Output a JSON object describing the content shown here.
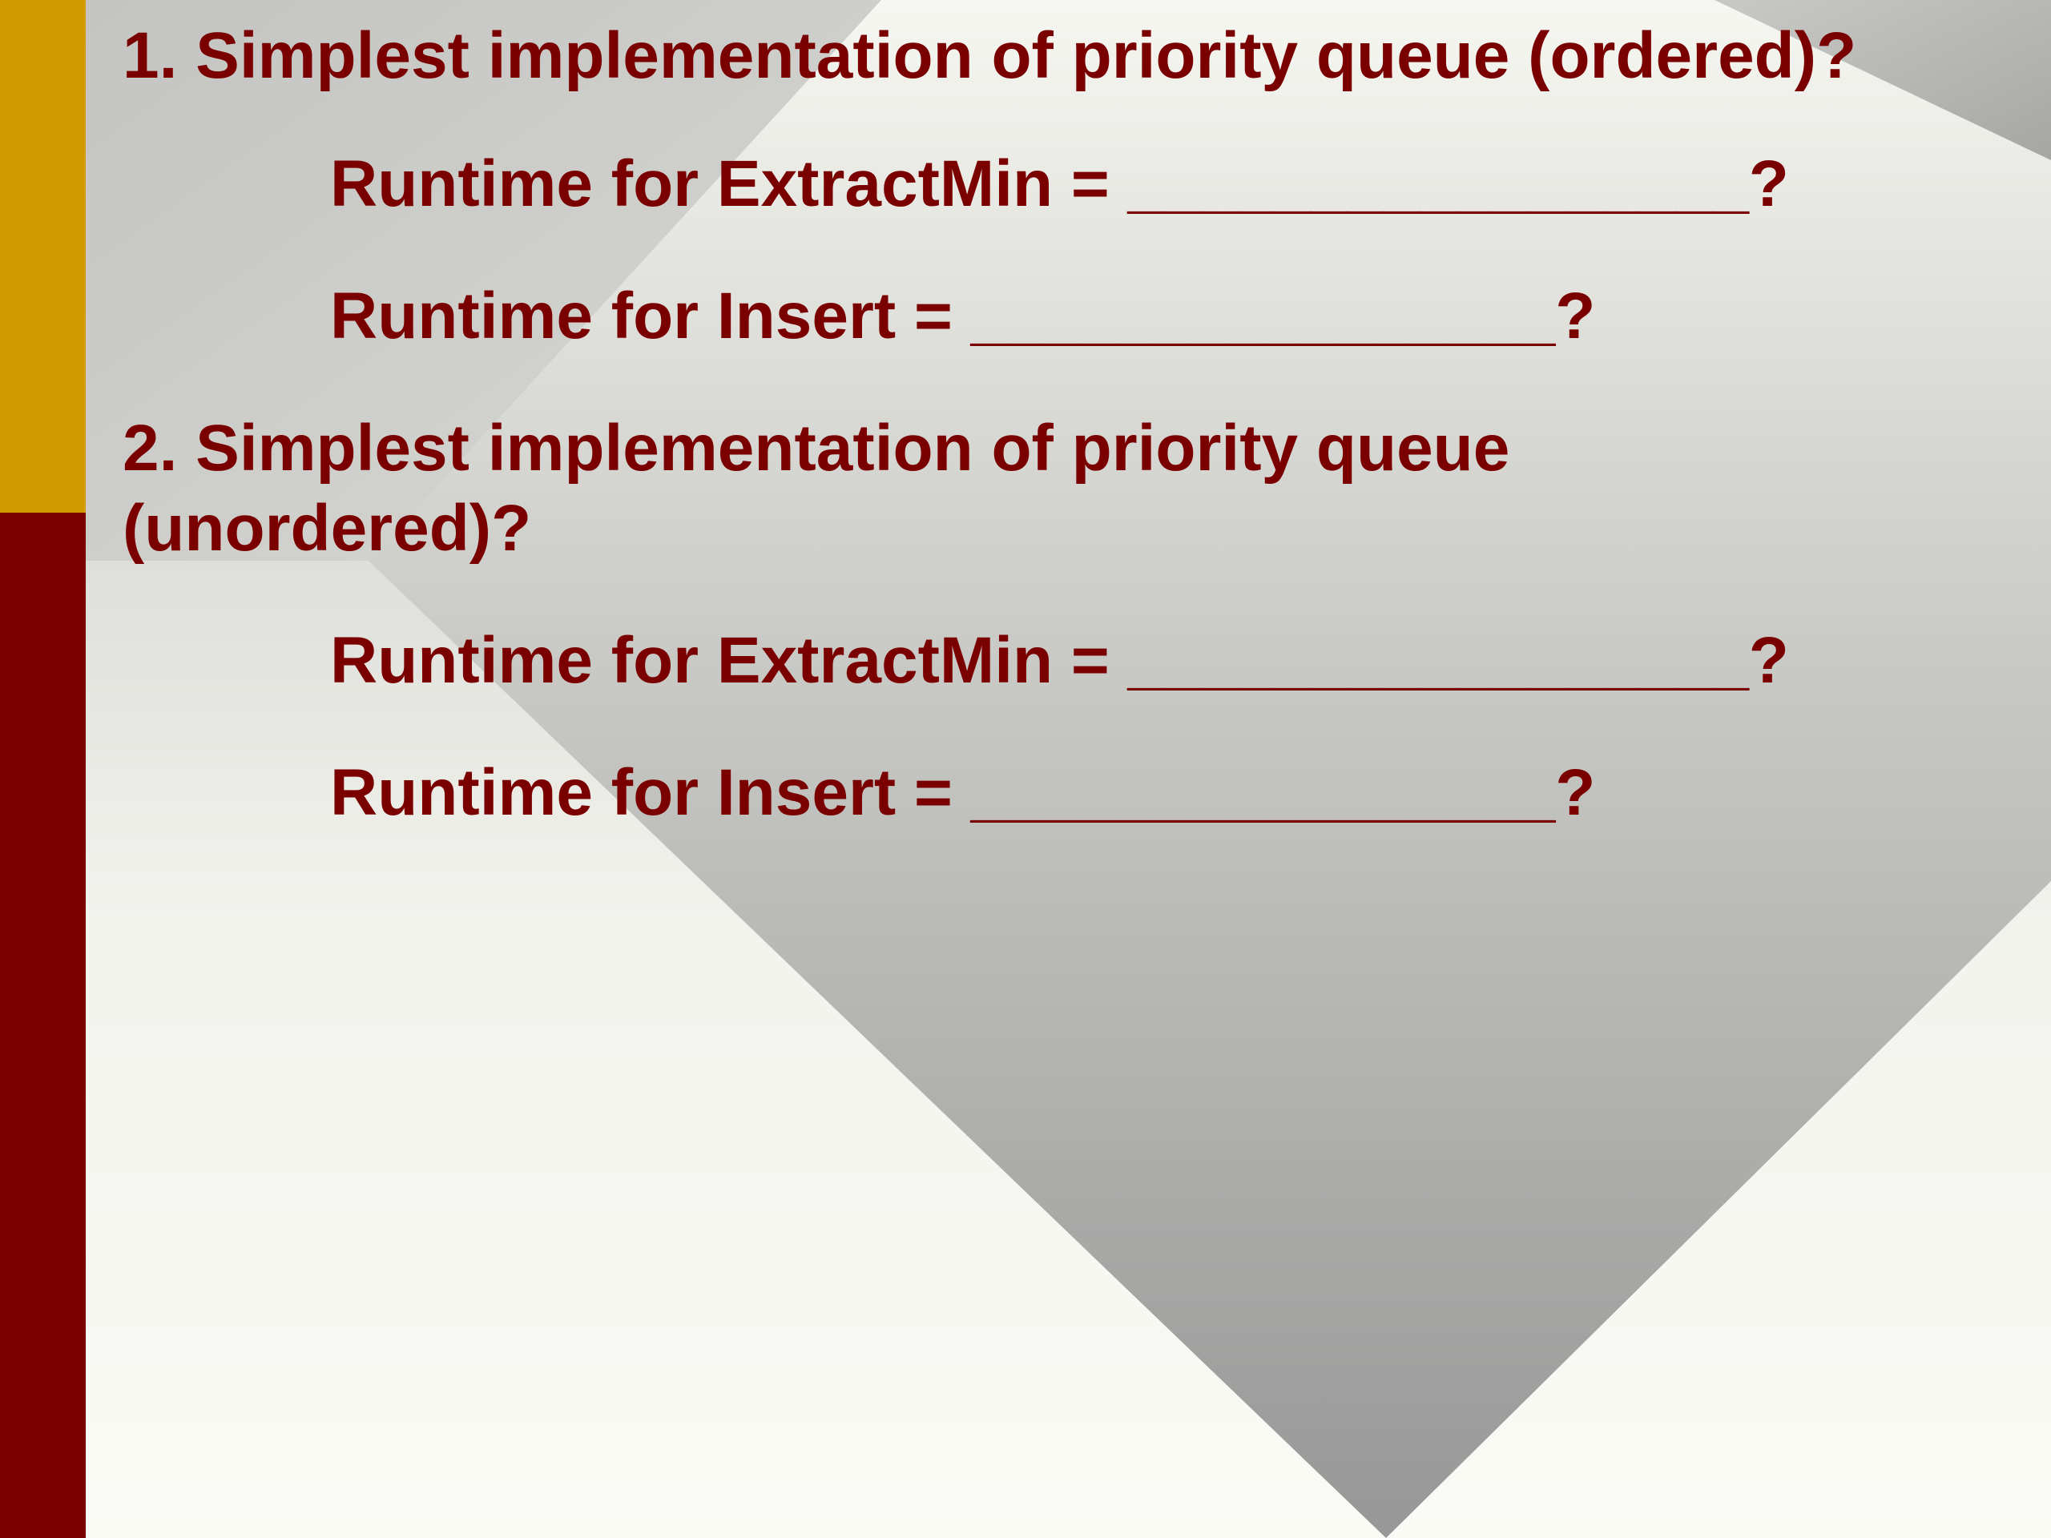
{
  "colors": {
    "text": "#7a0000",
    "stripe_top": "#d19b00",
    "stripe_bottom": "#7b0000"
  },
  "content": {
    "q1": "1. Simplest implementation of priority queue (ordered)?",
    "q1_extract": "Runtime for ExtractMin = _________________?",
    "q1_insert": "Runtime for Insert = ________________?",
    "q2_line1": "2. Simplest implementation of priority queue",
    "q2_line2": "(unordered)?",
    "q2_extract": "Runtime for ExtractMin = _________________?",
    "q2_insert": "Runtime for Insert = ________________?"
  }
}
